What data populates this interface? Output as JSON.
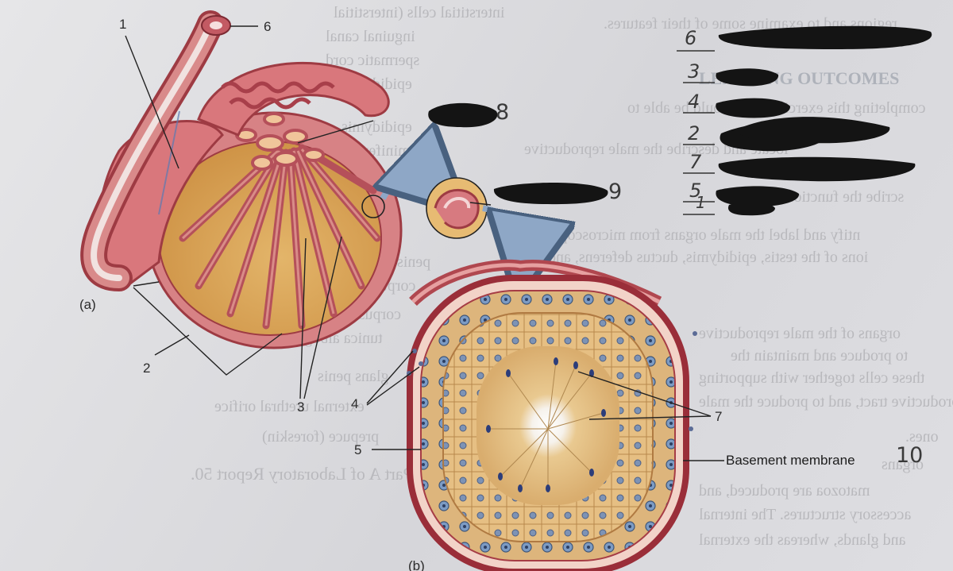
{
  "panel_labels": {
    "a": "(a)",
    "b": "(b)"
  },
  "figure_labels": {
    "l1": "1",
    "l2": "2",
    "l3": "3",
    "l4": "4",
    "l5": "5",
    "l6": "6",
    "l7": "7"
  },
  "figure_text": {
    "basement": "Basement membrane"
  },
  "handwritten": {
    "h8": "8",
    "h9": "9",
    "h10": "10",
    "list": [
      "6",
      "3",
      "4",
      "2",
      "7",
      "5",
      "1"
    ]
  },
  "background_text": {
    "r1": "regions and to examine some of their features.",
    "r2": "LEARNING OUTCOMES",
    "r3": "completing this exercise, you should be able to",
    "r4": "locate and describe the male reproductive",
    "r5": "scribe the functions of",
    "r6": "ntify and label the male organs from microscopic",
    "r7": "ions of the testis, epididymis, ductus deferens, and",
    "r8": "organs of the male reproductive",
    "r9": "to produce and maintain the",
    "r10": "these cells together with supporting",
    "r11": "productive tract, and to produce the male",
    "r12": "ones.",
    "r13": "organs",
    "r14": "matozoa are produced, and",
    "r15": "accessory structures. The internal",
    "r16": "and glands, whereas the external",
    "l1": "interstitial cells (interstitial",
    "l2": "inguinal canal",
    "l3": "spermatic cord",
    "l4": "epididymis",
    "l5": "epididymis",
    "l6": "seminiferous",
    "l7": "penis",
    "l8": "corpus",
    "l9": "corpus spongiosum",
    "l10": "tunica albuginea",
    "l11": "glans penis",
    "l12": "external urethral orifice",
    "l13": "prepuce (foreskin)",
    "l14": "Complete Part A of Laboratory Report 50."
  }
}
